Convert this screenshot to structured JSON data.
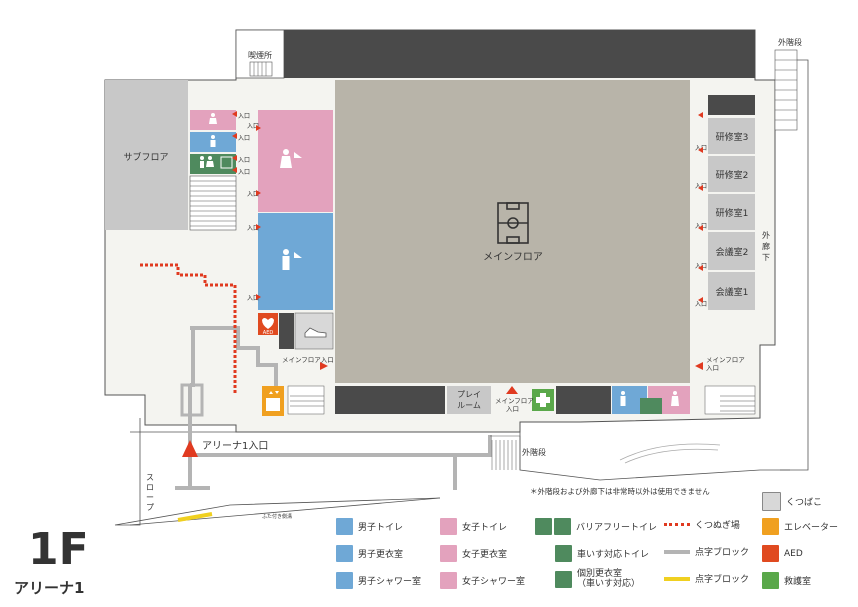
{
  "floor": {
    "number": "1F",
    "name": "アリーナ1"
  },
  "rooms": {
    "smoking": "喫煙所",
    "outer_stairs_top": "外階段",
    "sub_floor": "サブフロア",
    "main_floor": "メインフロア",
    "training3": "研修室3",
    "training2": "研修室2",
    "training1": "研修室1",
    "meeting2": "会議室2",
    "meeting1": "会議室1",
    "outer_corridor": "外廊下",
    "play_room": "プレイルーム",
    "aed_label": "AED",
    "outer_stairs_bottom": "外階段",
    "slope": "スロープ",
    "lidded_gutter": "ふた付き側溝"
  },
  "entrances": {
    "entrance": "入口",
    "main_floor_entrance": "メインフロア入口",
    "arena_entrance": "アリーナ1入口"
  },
  "notice": "＊外階段および外廊下は非常時以外は使用できません",
  "legend": [
    {
      "icon": "male-toilet",
      "label": "男子トイレ"
    },
    {
      "icon": "female-toilet",
      "label": "女子トイレ"
    },
    {
      "icon": "barrier-free-toilet",
      "label": "バリアフリートイレ"
    },
    {
      "icon": "shoe-removal",
      "label": "くつぬぎ場"
    },
    {
      "icon": "male-changing",
      "label": "男子更衣室"
    },
    {
      "icon": "female-changing",
      "label": "女子更衣室"
    },
    {
      "icon": "wheelchair-toilet",
      "label": "車いす対応トイレ"
    },
    {
      "icon": "braille-block-gray",
      "label": "点字ブロック"
    },
    {
      "icon": "male-shower",
      "label": "男子シャワー室"
    },
    {
      "icon": "female-shower",
      "label": "女子シャワー室"
    },
    {
      "icon": "private-changing",
      "label": "個別更衣室\n（車いす対応）"
    },
    {
      "icon": "braille-block-yellow",
      "label": "点字ブロック"
    },
    {
      "icon": "shoe-box",
      "label": "くつばこ"
    },
    {
      "icon": "elevator",
      "label": "エレベーター"
    },
    {
      "icon": "aed",
      "label": "AED"
    },
    {
      "icon": "first-aid",
      "label": "救護室"
    }
  ],
  "colors": {
    "male": "#6fa8d6",
    "female": "#e3a2bd",
    "barrier": "#4f8a5e",
    "elevator": "#f0a020",
    "aed": "#e04a20",
    "firstaid": "#5aa84a",
    "arrow": "#e03a20",
    "braille_gray": "#b4b4b4",
    "braille_yellow": "#f0d020",
    "main_floor": "#b8b4a9",
    "dark": "#4a4a4a"
  }
}
